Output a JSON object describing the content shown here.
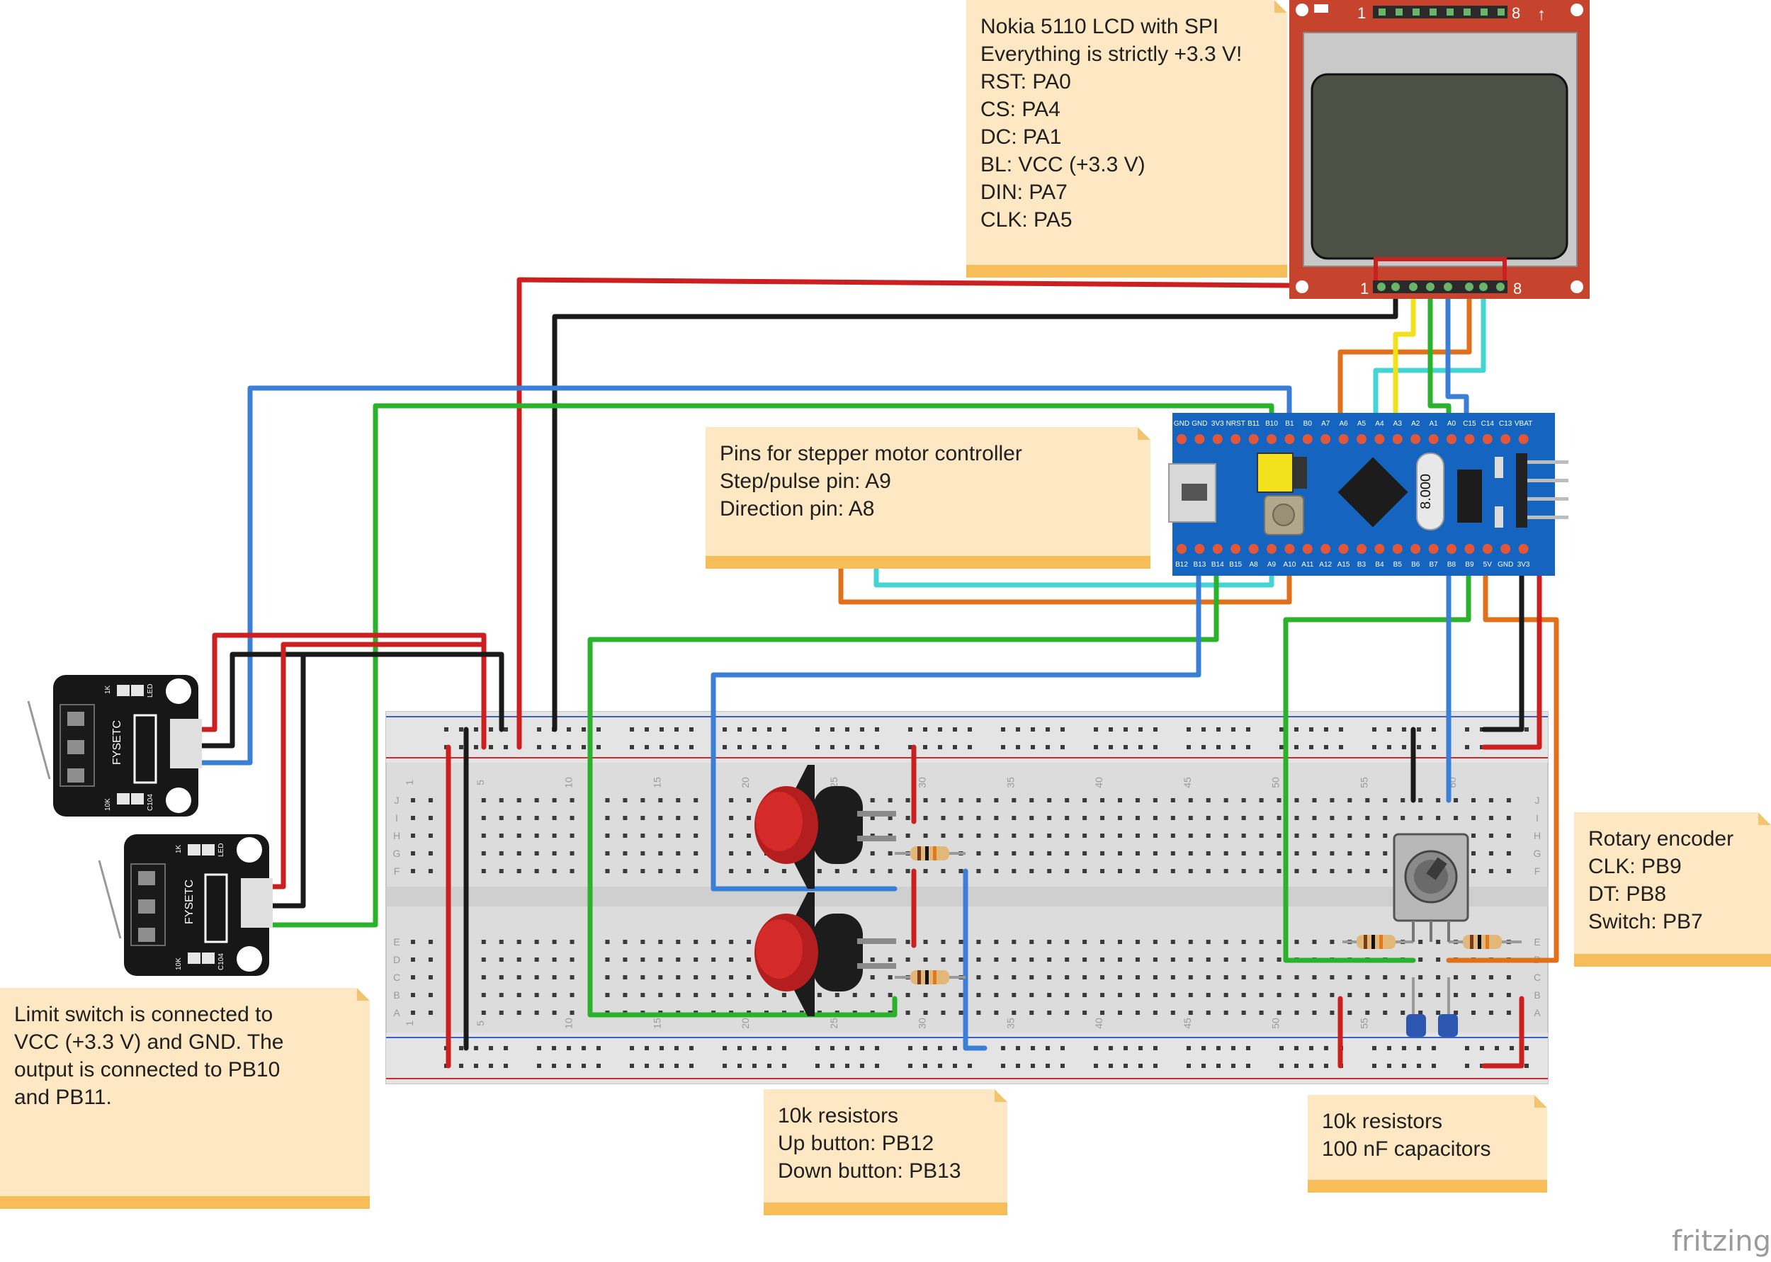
{
  "notes": {
    "lcd": {
      "lines": [
        "Nokia 5110 LCD with SPI",
        "Everything is strictly +3.3 V!",
        "RST: PA0",
        "CS: PA4",
        "DC: PA1",
        "BL: VCC (+3.3 V)",
        "DIN: PA7",
        "CLK: PA5"
      ]
    },
    "stepper": {
      "lines": [
        "Pins for stepper motor controller",
        "Step/pulse pin: A9",
        "Direction pin: A8"
      ]
    },
    "limit_switch": {
      "lines": [
        "Limit switch is connected to",
        "VCC (+3.3 V) and GND. The",
        "output is connected to PB10",
        "and PB11."
      ]
    },
    "buttons": {
      "lines": [
        "10k resistors",
        "Up button: PB12",
        "Down button: PB13"
      ]
    },
    "encoder_parts": {
      "lines": [
        "10k resistors",
        "100 nF capacitors"
      ]
    },
    "encoder": {
      "lines": [
        "Rotary encoder",
        "CLK: PB9",
        "DT: PB8",
        "Switch: PB7"
      ]
    }
  },
  "lcd_module": {
    "pin_first": "1",
    "pin_last": "8",
    "arrow": "↑"
  },
  "mcu_board": {
    "top_pins": [
      "GND",
      "GND",
      "3V3",
      "NRST",
      "B11",
      "B10",
      "B1",
      "B0",
      "A7",
      "A6",
      "A5",
      "A4",
      "A3",
      "A2",
      "A1",
      "A0",
      "C15",
      "C14",
      "C13",
      "VBAT"
    ],
    "bottom_pins": [
      "B12",
      "B13",
      "B14",
      "B15",
      "A8",
      "A9",
      "A10",
      "A11",
      "A12",
      "A15",
      "B3",
      "B4",
      "B5",
      "B6",
      "B7",
      "B8",
      "B9",
      "5V",
      "GND",
      "3V3"
    ],
    "crystal_label": "8.000"
  },
  "switch_modules": {
    "name": "FYSETC",
    "labels": [
      "1K",
      "LED",
      "10K",
      "C104"
    ]
  },
  "breadboard": {
    "column_numbers": [
      "1",
      "5",
      "10",
      "15",
      "20",
      "25",
      "30",
      "35",
      "40",
      "45",
      "50",
      "55",
      "60"
    ],
    "row_letters_top": [
      "J",
      "I",
      "H",
      "G",
      "F"
    ],
    "row_letters_bottom": [
      "E",
      "D",
      "C",
      "B",
      "A"
    ]
  },
  "watermark": "fritzing",
  "colors": {
    "note_bg": "#fde8c3",
    "note_bar": "#f6bd58",
    "wire_red": "#cc1f1f",
    "wire_black": "#1a1a1a",
    "wire_blue": "#3a7fd5",
    "wire_green": "#2bb22b",
    "wire_orange": "#e0711a",
    "wire_cyan": "#44d4d4",
    "wire_yellow": "#f2e01c",
    "board_blue": "#1565c0",
    "lcd_red": "#c6442e"
  }
}
